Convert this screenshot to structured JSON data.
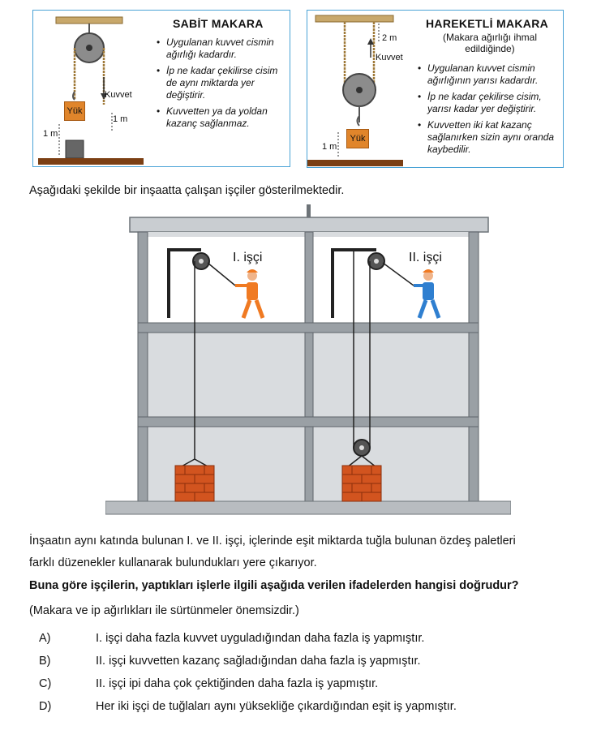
{
  "fixed_pulley": {
    "title": "SABİT MAKARA",
    "bullets": [
      "Uygulanan kuvvet cismin ağırlığı kadardır.",
      "İp ne kadar çekilirse cisim de aynı miktarda yer değiştirir.",
      "Kuvvetten ya da yoldan kazanç sağlanmaz."
    ],
    "label_force": "Kuvvet",
    "label_load": "Yük",
    "label_dist_1": "1 m",
    "label_dist_2": "1 m"
  },
  "movable_pulley": {
    "title": "HAREKETLİ MAKARA",
    "subtitle_line1": "(Makara ağırlığı ihmal",
    "subtitle_line2": "edildiğinde)",
    "bullets": [
      "Uygulanan kuvvet cismin ağırlığının yarısı kadardır.",
      "İp ne kadar çekilirse cisim, yarısı kadar yer değiştirir.",
      "Kuvvetten iki kat kazanç sağlanırken sizin aynı oranda kaybedilir."
    ],
    "label_force": "Kuvvet",
    "label_load": "Yük",
    "label_dist_top": "2 m",
    "label_dist_bottom": "1 m"
  },
  "intro": "Aşağıdaki şekilde bir inşaatta çalışan işçiler gösterilmektedir.",
  "illustration": {
    "worker1_label": "I. işçi",
    "worker2_label": "II. işçi"
  },
  "paragraph_line1": "İnşaatın aynı katında bulunan I. ve II. işçi, içlerinde eşit miktarda tuğla bulunan özdeş paletleri",
  "paragraph_line2": "farklı düzenekler kullanarak bulundukları yere çıkarıyor.",
  "question": "Buna göre işçilerin, yaptıkları işlerle ilgili aşağıda verilen ifadelerden hangisi doğrudur?",
  "note": "(Makara ve ip ağırlıkları ile sürtünmeler önemsizdir.)",
  "options": [
    {
      "letter": "A)",
      "text": "I. işçi daha fazla kuvvet uyguladığından daha fazla iş yapmıştır."
    },
    {
      "letter": "B)",
      "text": "II. işçi kuvvetten kazanç sağladığından daha fazla iş yapmıştır."
    },
    {
      "letter": "C)",
      "text": "II. işçi ipi daha çok çektiğinden daha fazla iş yapmıştır."
    },
    {
      "letter": "D)",
      "text": "Her iki işçi de tuğlaları aynı yüksekliğe çıkardığından eşit iş yapmıştır."
    }
  ],
  "colors": {
    "frame_blue": "#4aa3d6",
    "steel": "#7a8288",
    "wall": "#d9dcdf",
    "brick": "#d2541f",
    "worker1": "#f07a22",
    "worker2": "#2f7fd0",
    "wood": "#7b3f14"
  }
}
